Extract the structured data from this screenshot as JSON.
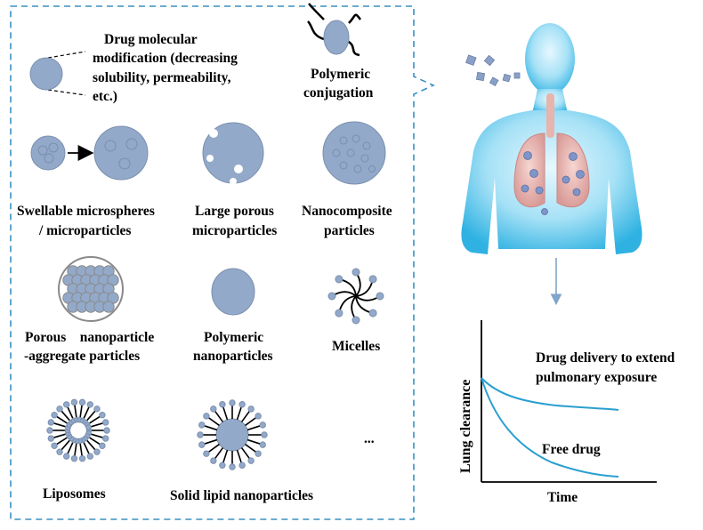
{
  "labels": {
    "drug_mod_1": "Drug molecular",
    "drug_mod_2": "modification (decreasing",
    "drug_mod_3": "solubility, permeability,",
    "drug_mod_4": "etc.)",
    "poly_conj_1": "Polymeric",
    "poly_conj_2": "conjugation",
    "swell_1": "Swellable microspheres",
    "swell_2": "/ microparticles",
    "porous_1": "Large porous",
    "porous_2": "microparticles",
    "nanocomp_1": "Nanocomposite",
    "nanocomp_2": "particles",
    "pnap_1": "Porous    nanoparticle",
    "pnap_2": "-aggregate particles",
    "polynano_1": "Polymeric",
    "polynano_2": "nanoparticles",
    "micelles": "Micelles",
    "liposomes": "Liposomes",
    "sln": "Solid lipid nanoparticles",
    "ellipsis": "..."
  },
  "graph": {
    "curve_upper_label_1": "Drug delivery to extend",
    "curve_upper_label_2": "pulmonary exposure",
    "curve_lower_label": "Free drug",
    "ylabel": "Lung clearance",
    "xlabel": "Time"
  },
  "colors": {
    "particle_fill": "#93a9c9",
    "particle_stroke": "#7a8fae",
    "dashed_border": "#3a8fc4",
    "curve": "#2a9fd0",
    "arrow": "#7fa6c8",
    "body": "#9fdcf4"
  }
}
